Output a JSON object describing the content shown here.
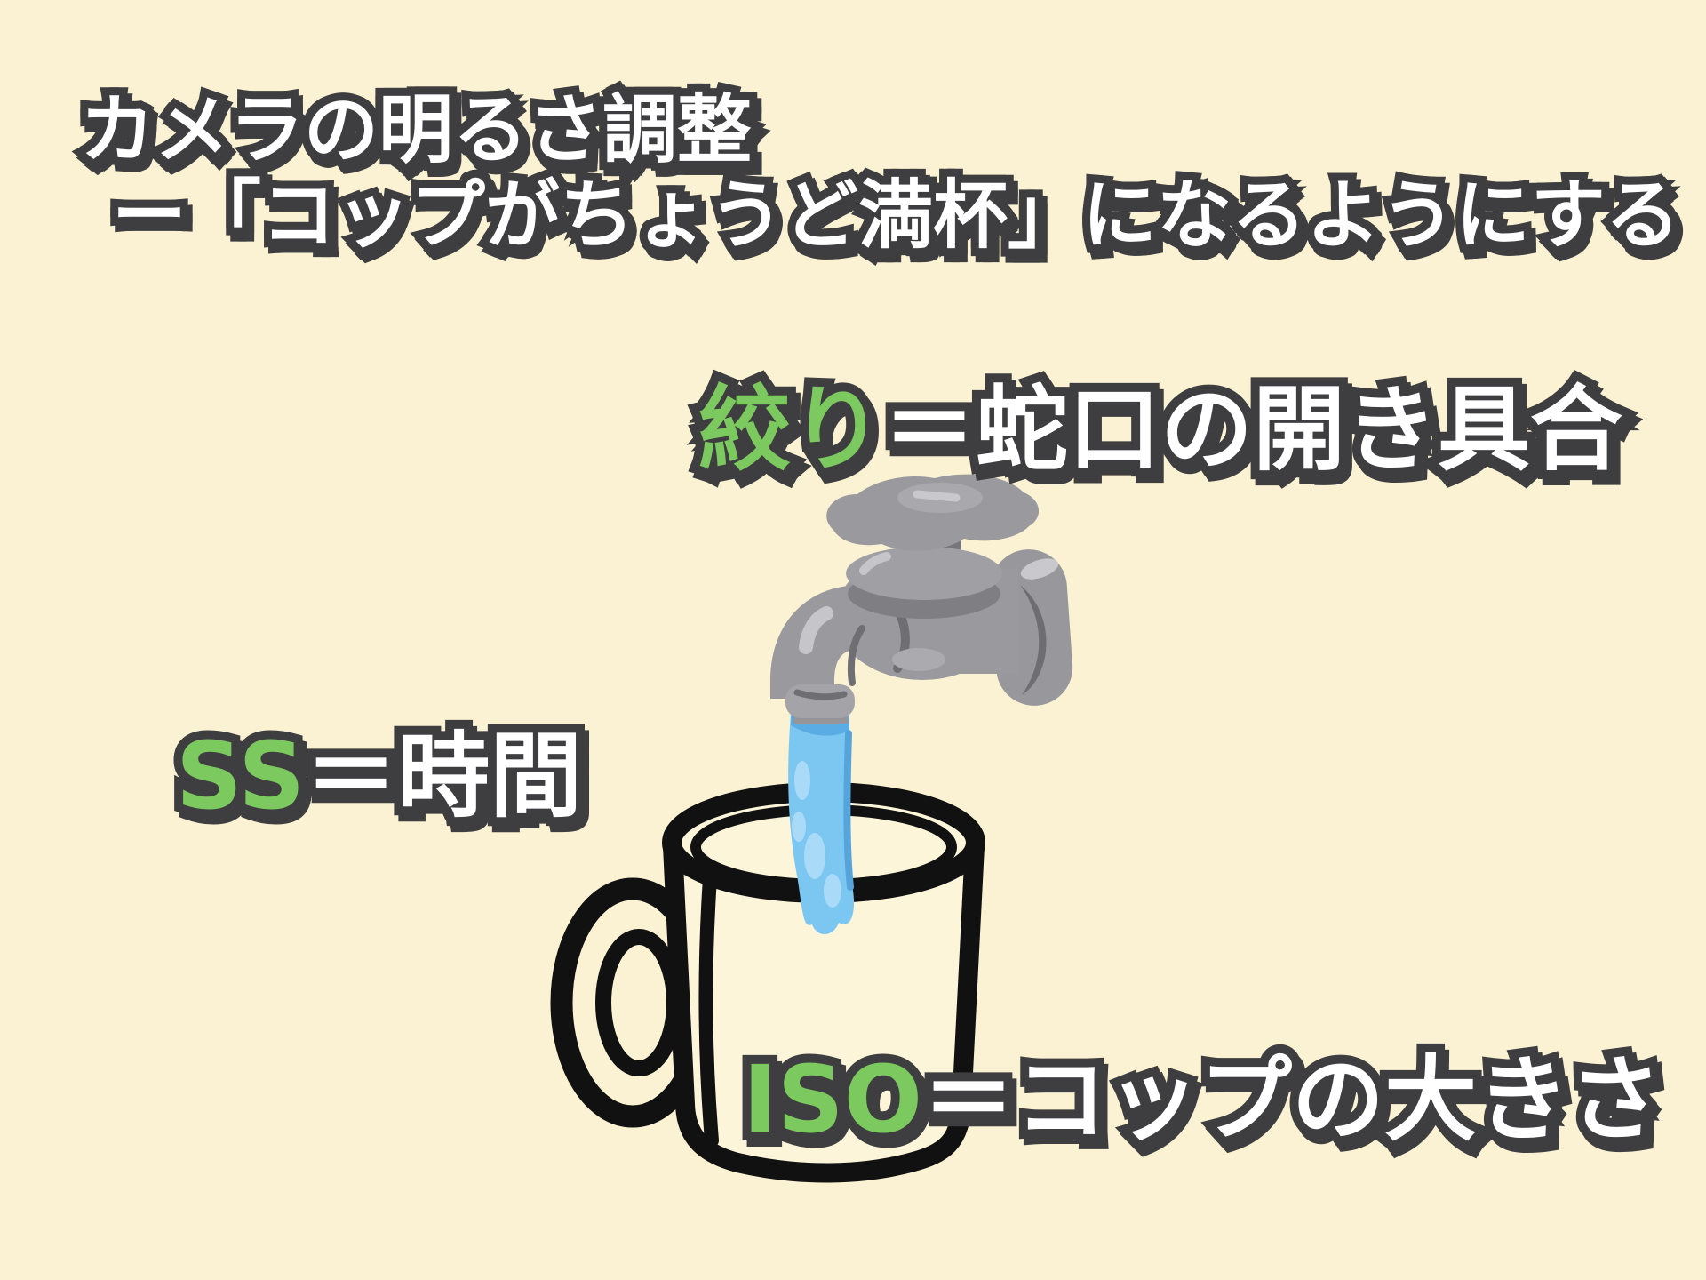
{
  "slide": {
    "title": {
      "line1": "カメラの明るさ調整",
      "line2": "ー「コップがちょうど満杯」になるようにする"
    },
    "labels": {
      "aperture": {
        "term": "絞り",
        "rest": "＝蛇口の開き具合"
      },
      "shutter_speed": {
        "term": "SS",
        "rest": "＝時間"
      },
      "iso": {
        "term": "ISO",
        "rest": "＝コップの大きさ"
      }
    },
    "illustration": {
      "faucet": "gray cartoon faucet pouring water",
      "water": "blue water stream",
      "mug": "white mug with black outline"
    },
    "colors": {
      "background": "#FAF2D3",
      "text_outline": "#3E3E40",
      "term_green": "#7CC95F",
      "text_white": "#FFFFFF",
      "water_blue": "#7CC7F2",
      "water_blue_dark": "#5AACE4",
      "water_blue_light": "#A9DAF7",
      "faucet_gray": "#9A9A9E",
      "faucet_gray_dark": "#6F6F73",
      "faucet_highlight": "#C9C9CD",
      "mug_outline": "#111111",
      "mug_fill": "#FCF5DA"
    }
  }
}
